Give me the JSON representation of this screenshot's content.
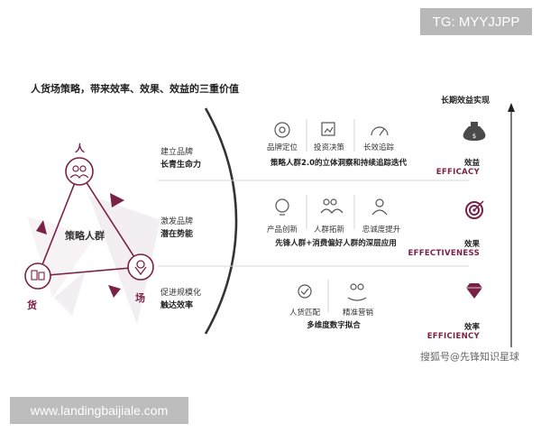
{
  "badge_top": "TG: MYYJJPP",
  "title": "人货场策略，带来效率、效果、效益的三重价值",
  "axis_label": "长期效益实现",
  "triangle": {
    "top": "人",
    "left": "货",
    "right": "场",
    "center": "策略人群"
  },
  "rows": [
    {
      "label_line1": "建立品牌",
      "label_line2": "长青生命力",
      "icons": [
        {
          "label": "品牌定位",
          "icon": "target-person-icon"
        },
        {
          "label": "投资决策",
          "icon": "chart-person-icon"
        },
        {
          "label": "长效追踪",
          "icon": "gauge-icon"
        }
      ],
      "summary": "策略人群2.0的立体洞察和持续追踪迭代",
      "cn": "效益",
      "en": "EFFICACY",
      "right_icon": "money-bag-icon"
    },
    {
      "label_line1": "激发品牌",
      "label_line2": "潜在势能",
      "icons": [
        {
          "label": "产品创新",
          "icon": "idea-icon"
        },
        {
          "label": "人群拓新",
          "icon": "people-icon"
        },
        {
          "label": "忠诚度提升",
          "icon": "badge-person-icon"
        }
      ],
      "summary": "先锋人群+消费偏好人群的深层应用",
      "cn": "效果",
      "en": "EFFECTIVENESS",
      "right_icon": "dartboard-icon"
    },
    {
      "label_line1": "促进规模化",
      "label_line2": "触达效率",
      "icons": [
        {
          "label": "人货匹配",
          "icon": "match-icon"
        },
        {
          "label": "精准营销",
          "icon": "hand-people-icon"
        }
      ],
      "summary": "多维度数字拟合",
      "cn": "效率",
      "en": "EFFICIENCY",
      "right_icon": "diamond-icon"
    }
  ],
  "watermark": "搜狐号@先锋知识星球",
  "badge_bottom": "www.landingbaijiale.com",
  "colors": {
    "accent": "#7a2148",
    "triangle_fill": "#f3eef1",
    "line": "#cfcfcf"
  }
}
